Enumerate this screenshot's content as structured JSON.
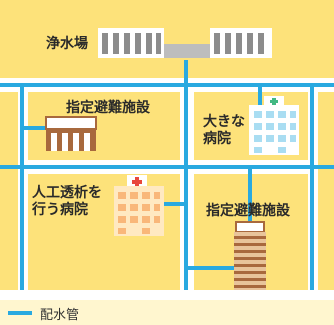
{
  "map": {
    "labels": {
      "water_plant": "浄水場",
      "evac_1": "指定避難施設",
      "big_hospital": "大きな\n病院",
      "dialysis_hospital": "人工透析を\n行う病院",
      "evac_2": "指定避難施設"
    }
  },
  "legend": {
    "label": "配水管",
    "color": "#29a9e0"
  },
  "colors": {
    "block": "#fde27a",
    "road": "#ffffff",
    "pipe": "#29a9e0",
    "page": "#fff6cf"
  },
  "icons": [
    "water-treatment-plant-icon",
    "evacuation-shelter-icon",
    "hospital-icon",
    "clinic-icon",
    "tower-shelter-icon"
  ]
}
